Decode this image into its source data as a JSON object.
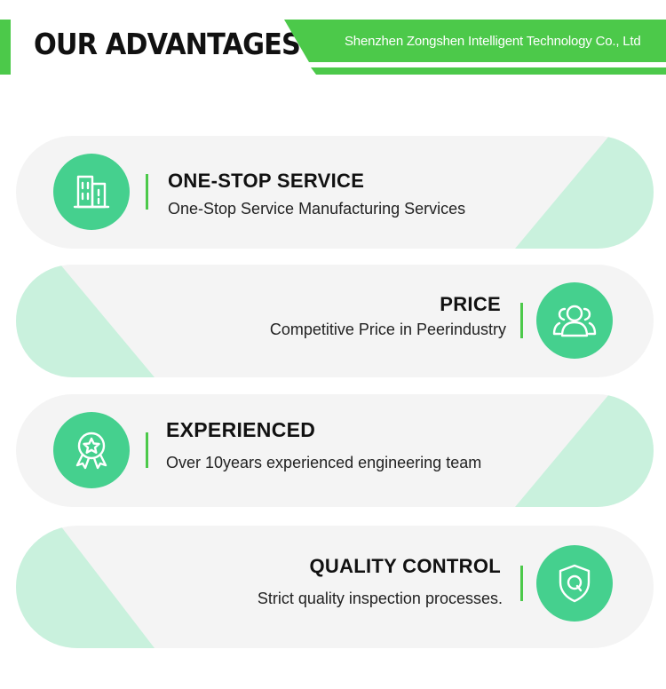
{
  "header": {
    "title": "OUR ADVANTAGES",
    "company": "Shenzhen Zongshen Intelligent Technology Co., Ltd"
  },
  "colors": {
    "accent_green": "#4cc94a",
    "icon_circle": "#45d08e",
    "card_bg": "#f4f4f4",
    "card_tint": "#c9f1dd"
  },
  "advantages": [
    {
      "title": "ONE-STOP SERVICE",
      "description": "One-Stop Service Manufacturing Services",
      "icon": "building-icon"
    },
    {
      "title": "PRICE",
      "description": "Competitive Price in Peerindustry",
      "icon": "users-icon"
    },
    {
      "title": "EXPERIENCED",
      "description": "Over 10years experienced engineering team",
      "icon": "award-badge-icon"
    },
    {
      "title": "QUALITY CONTROL",
      "description": "Strict quality inspection processes.",
      "icon": "shield-q-icon"
    }
  ]
}
